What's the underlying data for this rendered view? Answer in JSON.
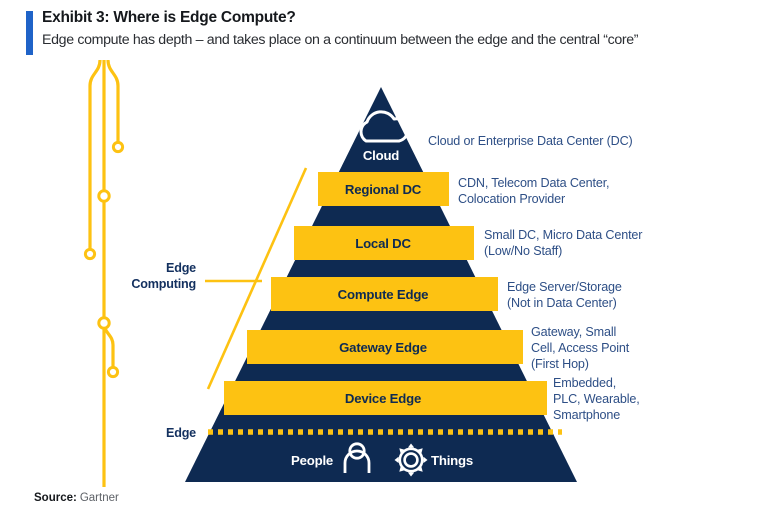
{
  "header": {
    "title": "Exhibit 3: Where is Edge Compute?",
    "subtitle": "Edge compute has depth – and takes place on a continuum between the edge and the central “core”",
    "accent_color": "#1f63c8"
  },
  "colors": {
    "navy": "#0e2a52",
    "yellow": "#fdc212",
    "annotation_text": "#2e4f86",
    "white": "#ffffff"
  },
  "pyramid": {
    "apex_label": "Cloud",
    "apex_icon": "cloud-icon",
    "levels": [
      {
        "label": "Cloud",
        "annotation": [
          "Cloud or Enterprise Data Center (DC)"
        ]
      },
      {
        "label": "Regional DC",
        "annotation": [
          "CDN, Telecom Data Center,",
          "Colocation Provider"
        ]
      },
      {
        "label": "Local DC",
        "annotation": [
          "Small DC, Micro Data Center",
          "(Low/No Staff)"
        ]
      },
      {
        "label": "Compute Edge",
        "annotation": [
          "Edge Server/Storage",
          "(Not in Data Center)"
        ]
      },
      {
        "label": "Gateway Edge",
        "annotation": [
          "Gateway, Small",
          "Cell, Access Point",
          "(First Hop)"
        ]
      },
      {
        "label": "Device Edge",
        "annotation": [
          "Embedded,",
          "PLC, Wearable,",
          "Smartphone"
        ]
      }
    ],
    "base": {
      "people_label": "People",
      "people_icon": "person-icon",
      "things_label": "Things",
      "things_icon": "gear-icon"
    }
  },
  "side_labels": {
    "edge_computing": [
      "Edge",
      "Computing"
    ],
    "edge": "Edge"
  },
  "source": {
    "label": "Source:",
    "value": "Gartner"
  }
}
